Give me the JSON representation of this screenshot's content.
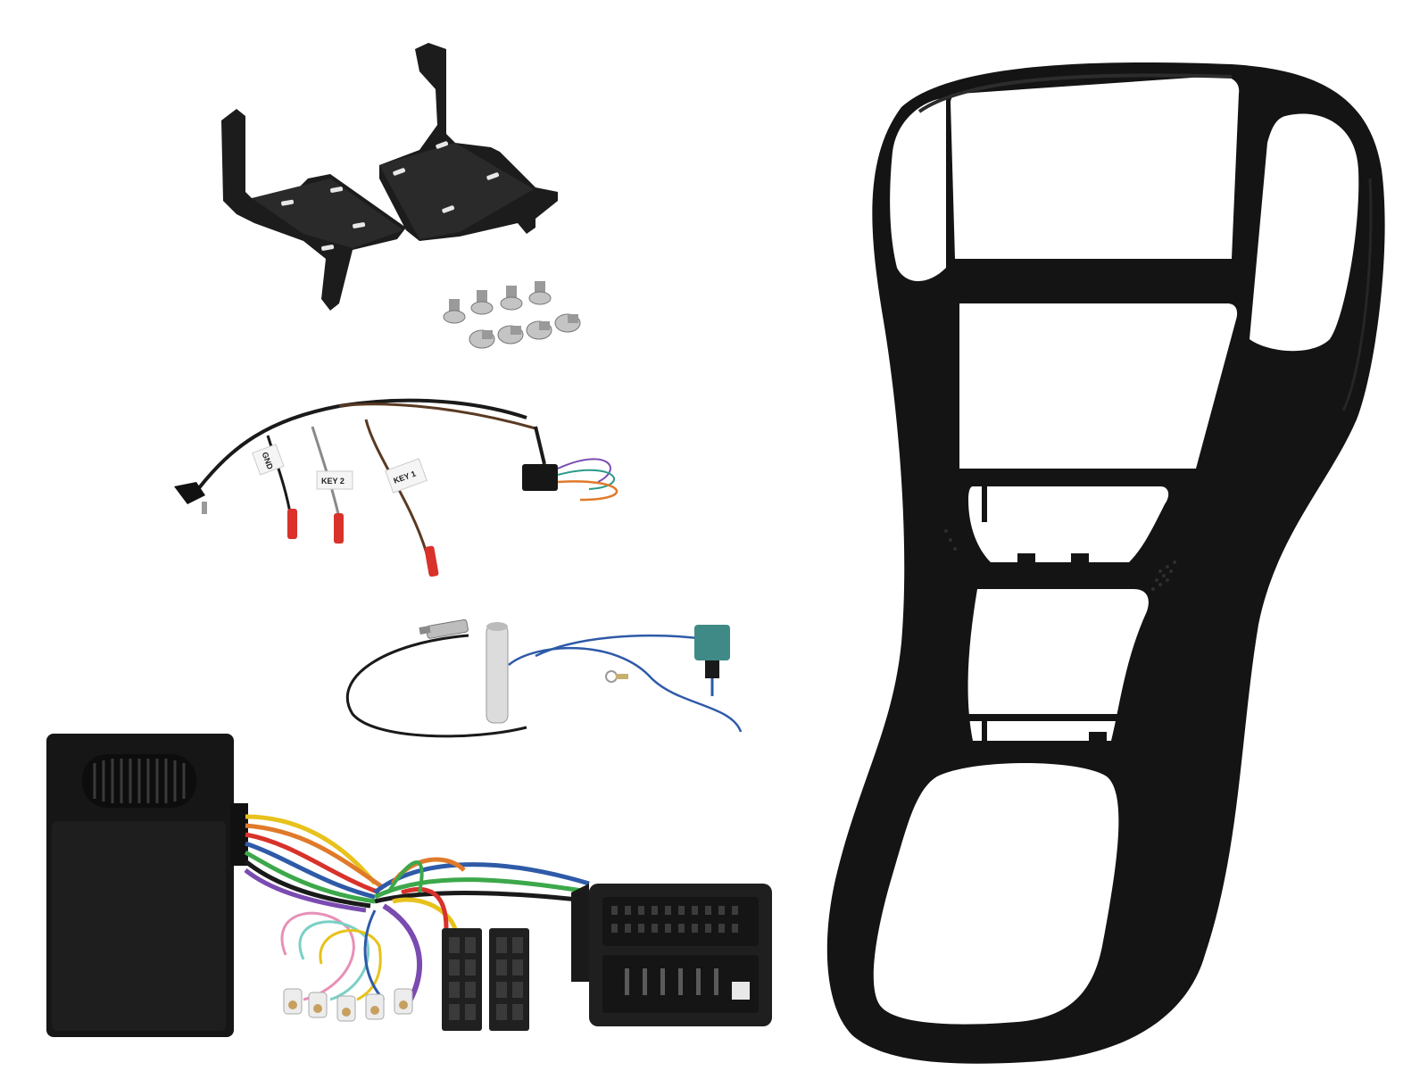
{
  "product": {
    "fascia_color": "#141414",
    "parts": [
      {
        "id": "mounting-brackets",
        "count": 2
      },
      {
        "id": "screws",
        "count": 8
      },
      {
        "id": "steering-control-patch-lead"
      },
      {
        "id": "antenna-adapter"
      },
      {
        "id": "steering-control-interface"
      },
      {
        "id": "double-din-fascia"
      }
    ]
  },
  "labels": {
    "gnd": "GND",
    "key2": "KEY 2",
    "key1": "KEY 1"
  },
  "colors": {
    "bracket": "#1a1a1a",
    "screw": "#b5b5b5",
    "red_connector": "#d8322b",
    "fakra_teal": "#3f8a86",
    "interface_box": "#161616",
    "iso_plug": "#202020"
  }
}
